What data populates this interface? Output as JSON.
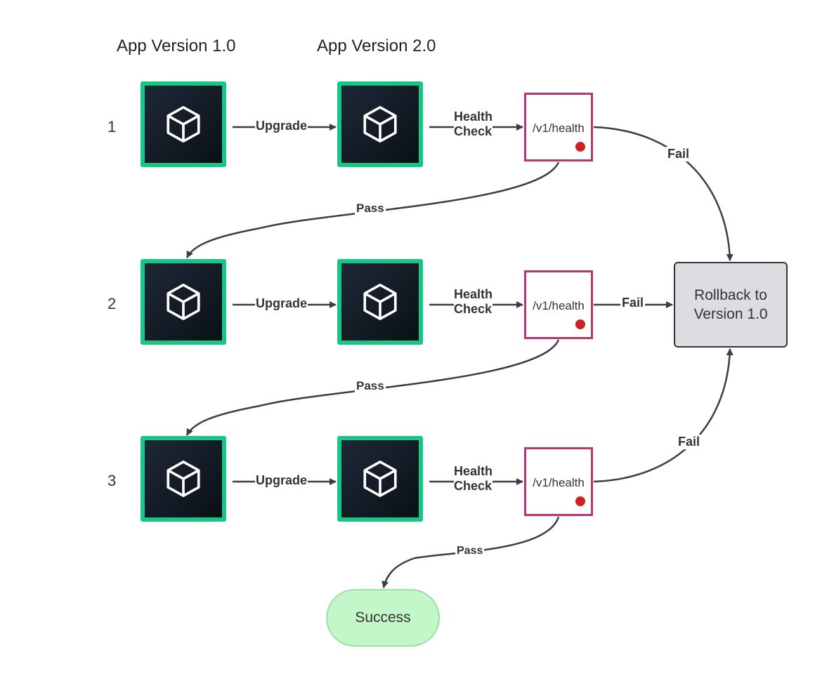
{
  "headers": {
    "v1": "App Version 1.0",
    "v2": "App Version 2.0"
  },
  "rows": [
    {
      "num": "1",
      "upgrade": "Upgrade",
      "health_check": [
        "Health",
        "Check"
      ],
      "endpoint": "/v1/health",
      "fail": "Fail",
      "pass": "Pass"
    },
    {
      "num": "2",
      "upgrade": "Upgrade",
      "health_check": [
        "Health",
        "Check"
      ],
      "endpoint": "/v1/health",
      "fail": "Fail",
      "pass": "Pass"
    },
    {
      "num": "3",
      "upgrade": "Upgrade",
      "health_check": [
        "Health",
        "Check"
      ],
      "endpoint": "/v1/health",
      "fail": "Fail",
      "pass": "Pass"
    }
  ],
  "rollback": {
    "line1": "Rollback to",
    "line2": "Version 1.0"
  },
  "success": {
    "label": "Success"
  },
  "icons": {
    "app": "cube-icon",
    "status": "status-dot"
  },
  "colors": {
    "app_border": "#16c784",
    "health_border": "#b8366e",
    "status_dot": "#cc2222",
    "rollback_fill": "#dcdde0",
    "success_fill": "#c3f6c8",
    "connector": "#3a3d45"
  }
}
